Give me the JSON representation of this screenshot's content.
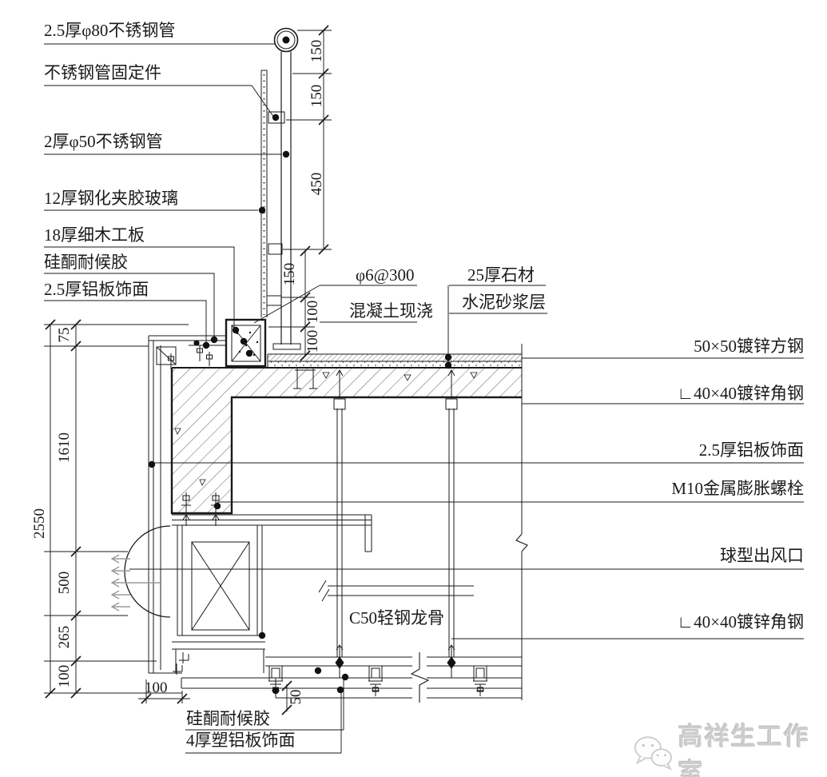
{
  "drawing": {
    "callouts_left": [
      {
        "text": "2.5厚φ80不锈钢管"
      },
      {
        "text": "不锈钢管固定件"
      },
      {
        "text": "2厚φ50不锈钢管"
      },
      {
        "text": "12厚钢化夹胶玻璃"
      },
      {
        "text": "18厚细木工板"
      },
      {
        "text": "硅酮耐候胶"
      },
      {
        "text": "2.5厚铝板饰面"
      }
    ],
    "callouts_center": [
      {
        "text": "φ6@300"
      },
      {
        "text": "混凝土现浇"
      },
      {
        "text": "25厚石材"
      },
      {
        "text": "水泥砂浆层"
      },
      {
        "text": "C50轻钢龙骨"
      }
    ],
    "callouts_right": [
      {
        "text": "50×50镀锌方钢"
      },
      {
        "text": "∟40×40镀锌角钢"
      },
      {
        "text": "2.5厚铝板饰面"
      },
      {
        "text": "M10金属膨胀螺栓"
      },
      {
        "text": "球型出风口"
      },
      {
        "text": "∟40×40镀锌角钢"
      }
    ],
    "callouts_bottom": [
      {
        "text": "硅酮耐候胶"
      },
      {
        "text": "4厚塑铝板饰面"
      }
    ],
    "dimensions": {
      "rail_chain": [
        "150",
        "150",
        "450"
      ],
      "base_chain": [
        "150",
        "100",
        "100"
      ],
      "left_overall": "2550",
      "left_chain": [
        "75",
        "1610",
        "500",
        "265",
        "100"
      ],
      "soffit_width": "100",
      "ceiling_step": "50"
    },
    "colors": {
      "line": "#1a1a1a",
      "watermark": "#cdcdcd",
      "flow_arrow": "#9a9a9a"
    },
    "watermark": {
      "text": "高祥生工作室"
    }
  }
}
